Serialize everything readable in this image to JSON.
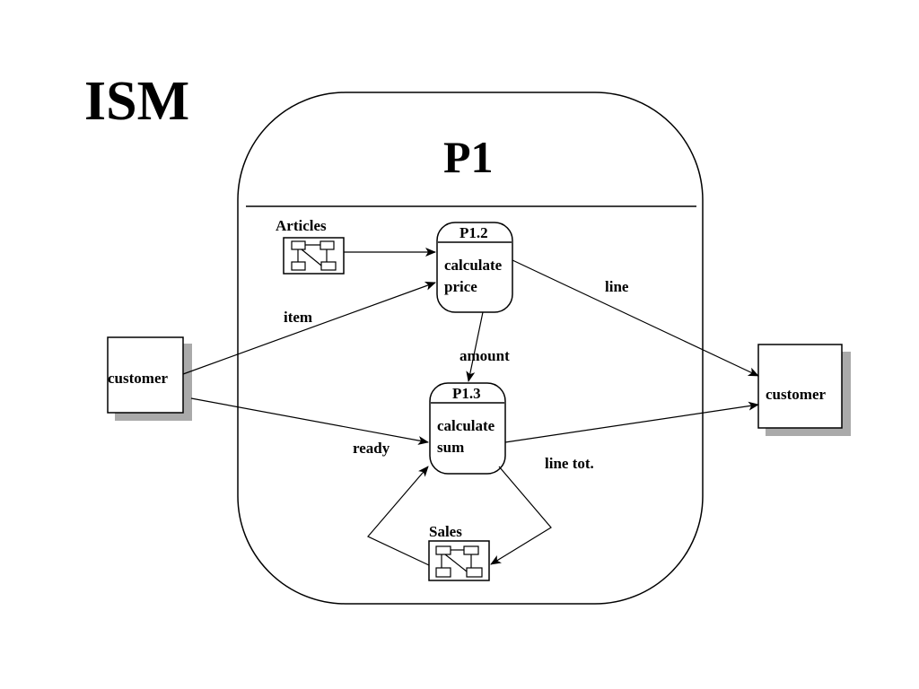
{
  "title": "ISM",
  "process_group": {
    "label": "P1"
  },
  "processes": [
    {
      "id": "P1.2",
      "line1": "calculate",
      "line2": "price"
    },
    {
      "id": "P1.3",
      "line1": "calculate",
      "line2": "sum"
    }
  ],
  "data_stores": [
    {
      "label": "Articles"
    },
    {
      "label": "Sales"
    }
  ],
  "entities": [
    {
      "label": "customer"
    },
    {
      "label": "customer"
    }
  ],
  "flows": {
    "item": "item",
    "line": "line",
    "amount": "amount",
    "ready": "ready",
    "line_tot": "line tot."
  }
}
